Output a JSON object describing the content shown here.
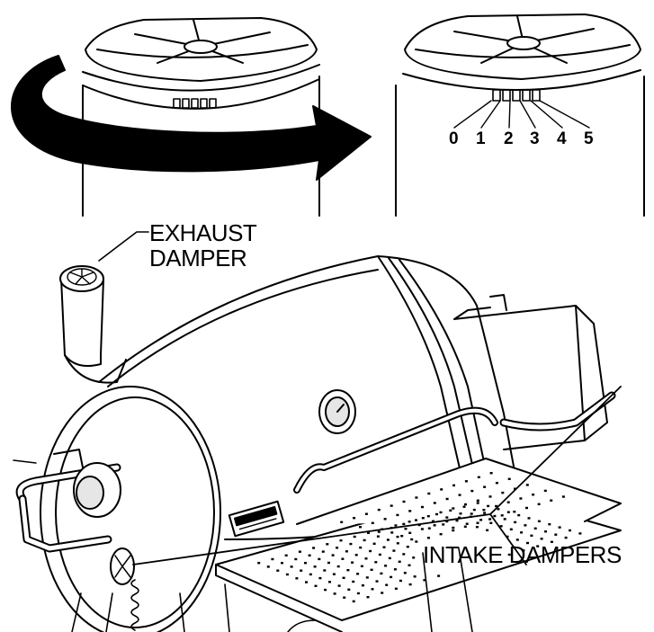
{
  "labels": {
    "exhaust_line1": "EXHAUST",
    "exhaust_line2": "DAMPER",
    "intake": "INTAKE DAMPERS"
  },
  "damper_settings": [
    "0",
    "1",
    "2",
    "3",
    "4",
    "5"
  ],
  "colors": {
    "ink": "#000000",
    "paper": "#ffffff",
    "shade": "#e6e6e6"
  },
  "icons": [
    "rotation-arrow-icon",
    "exhaust-damper-icon",
    "intake-damper-icon",
    "temperature-gauge-icon"
  ]
}
